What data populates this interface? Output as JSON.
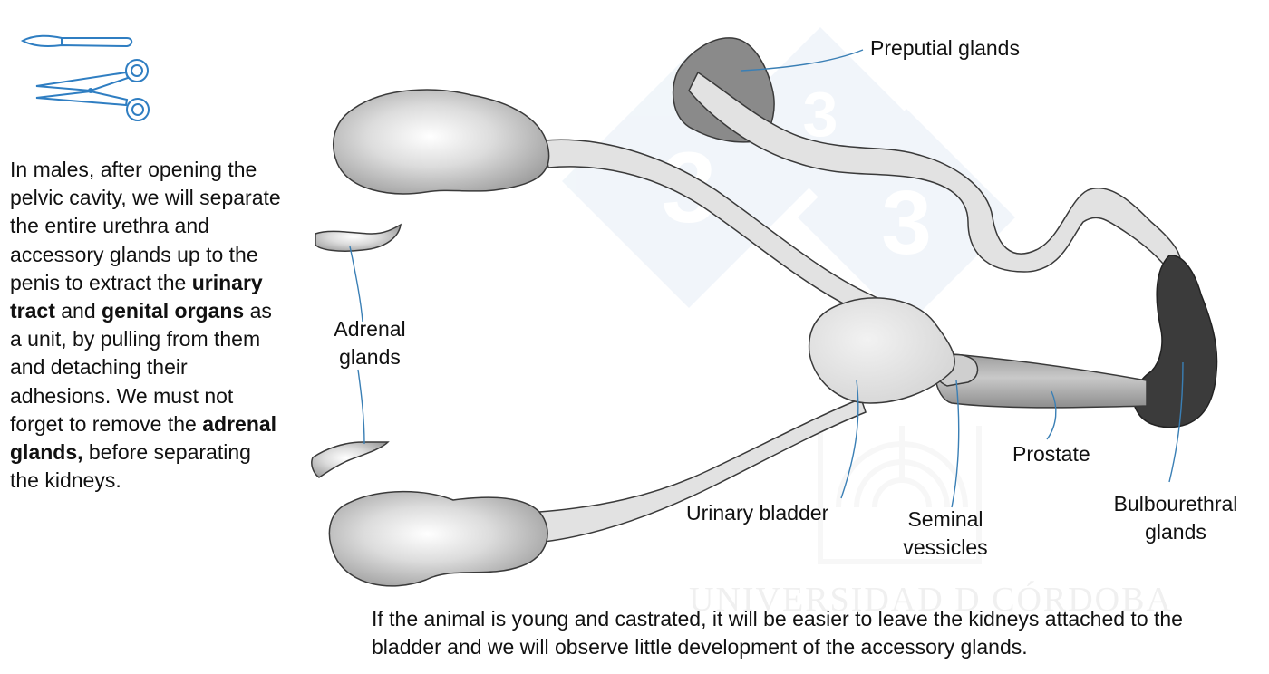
{
  "instruction": {
    "parts": [
      {
        "text": "In males, after opening the pelvic cavity, we will separate the entire urethra and accessory glands up to the penis to extract the ",
        "bold": false
      },
      {
        "text": "urinary tract",
        "bold": true
      },
      {
        "text": " and ",
        "bold": false
      },
      {
        "text": "genital organs",
        "bold": true
      },
      {
        "text": " as a unit, by pulling from them and detaching their adhesions. We must not forget to remove the ",
        "bold": false
      },
      {
        "text": "adrenal glands,",
        "bold": true
      },
      {
        "text": " before separating the kidneys.",
        "bold": false
      }
    ]
  },
  "labels": {
    "preputial_glands": "Preputial glands",
    "adrenal_line1": "Adrenal",
    "adrenal_line2": "glands",
    "urinary_bladder": "Urinary bladder",
    "seminal_line1": "Seminal",
    "seminal_line2": "vessicles",
    "prostate": "Prostate",
    "bulbo_line1": "Bulbourethral",
    "bulbo_line2": "glands"
  },
  "note": "If the animal is young and castrated, it will be easier to leave the kidneys attached to the bladder and we will observe little development of the accessory glands.",
  "watermark": {
    "digit": "3",
    "text": "UNIVERSIDAD D CÓRDOBA"
  },
  "icons": [
    "scalpel-icon",
    "scissors-icon"
  ],
  "colors": {
    "icon_blue": "#2f7ec2",
    "leader_line": "#3a7fb5",
    "organ_light": "#e4e4e4",
    "organ_outline": "#3a3a3a",
    "preputial_gray": "#8a8a8a",
    "bulbourethral_dark": "#3b3b3b",
    "prostate_gray": "#a9a9a9",
    "watermark": "#eef3f8"
  }
}
